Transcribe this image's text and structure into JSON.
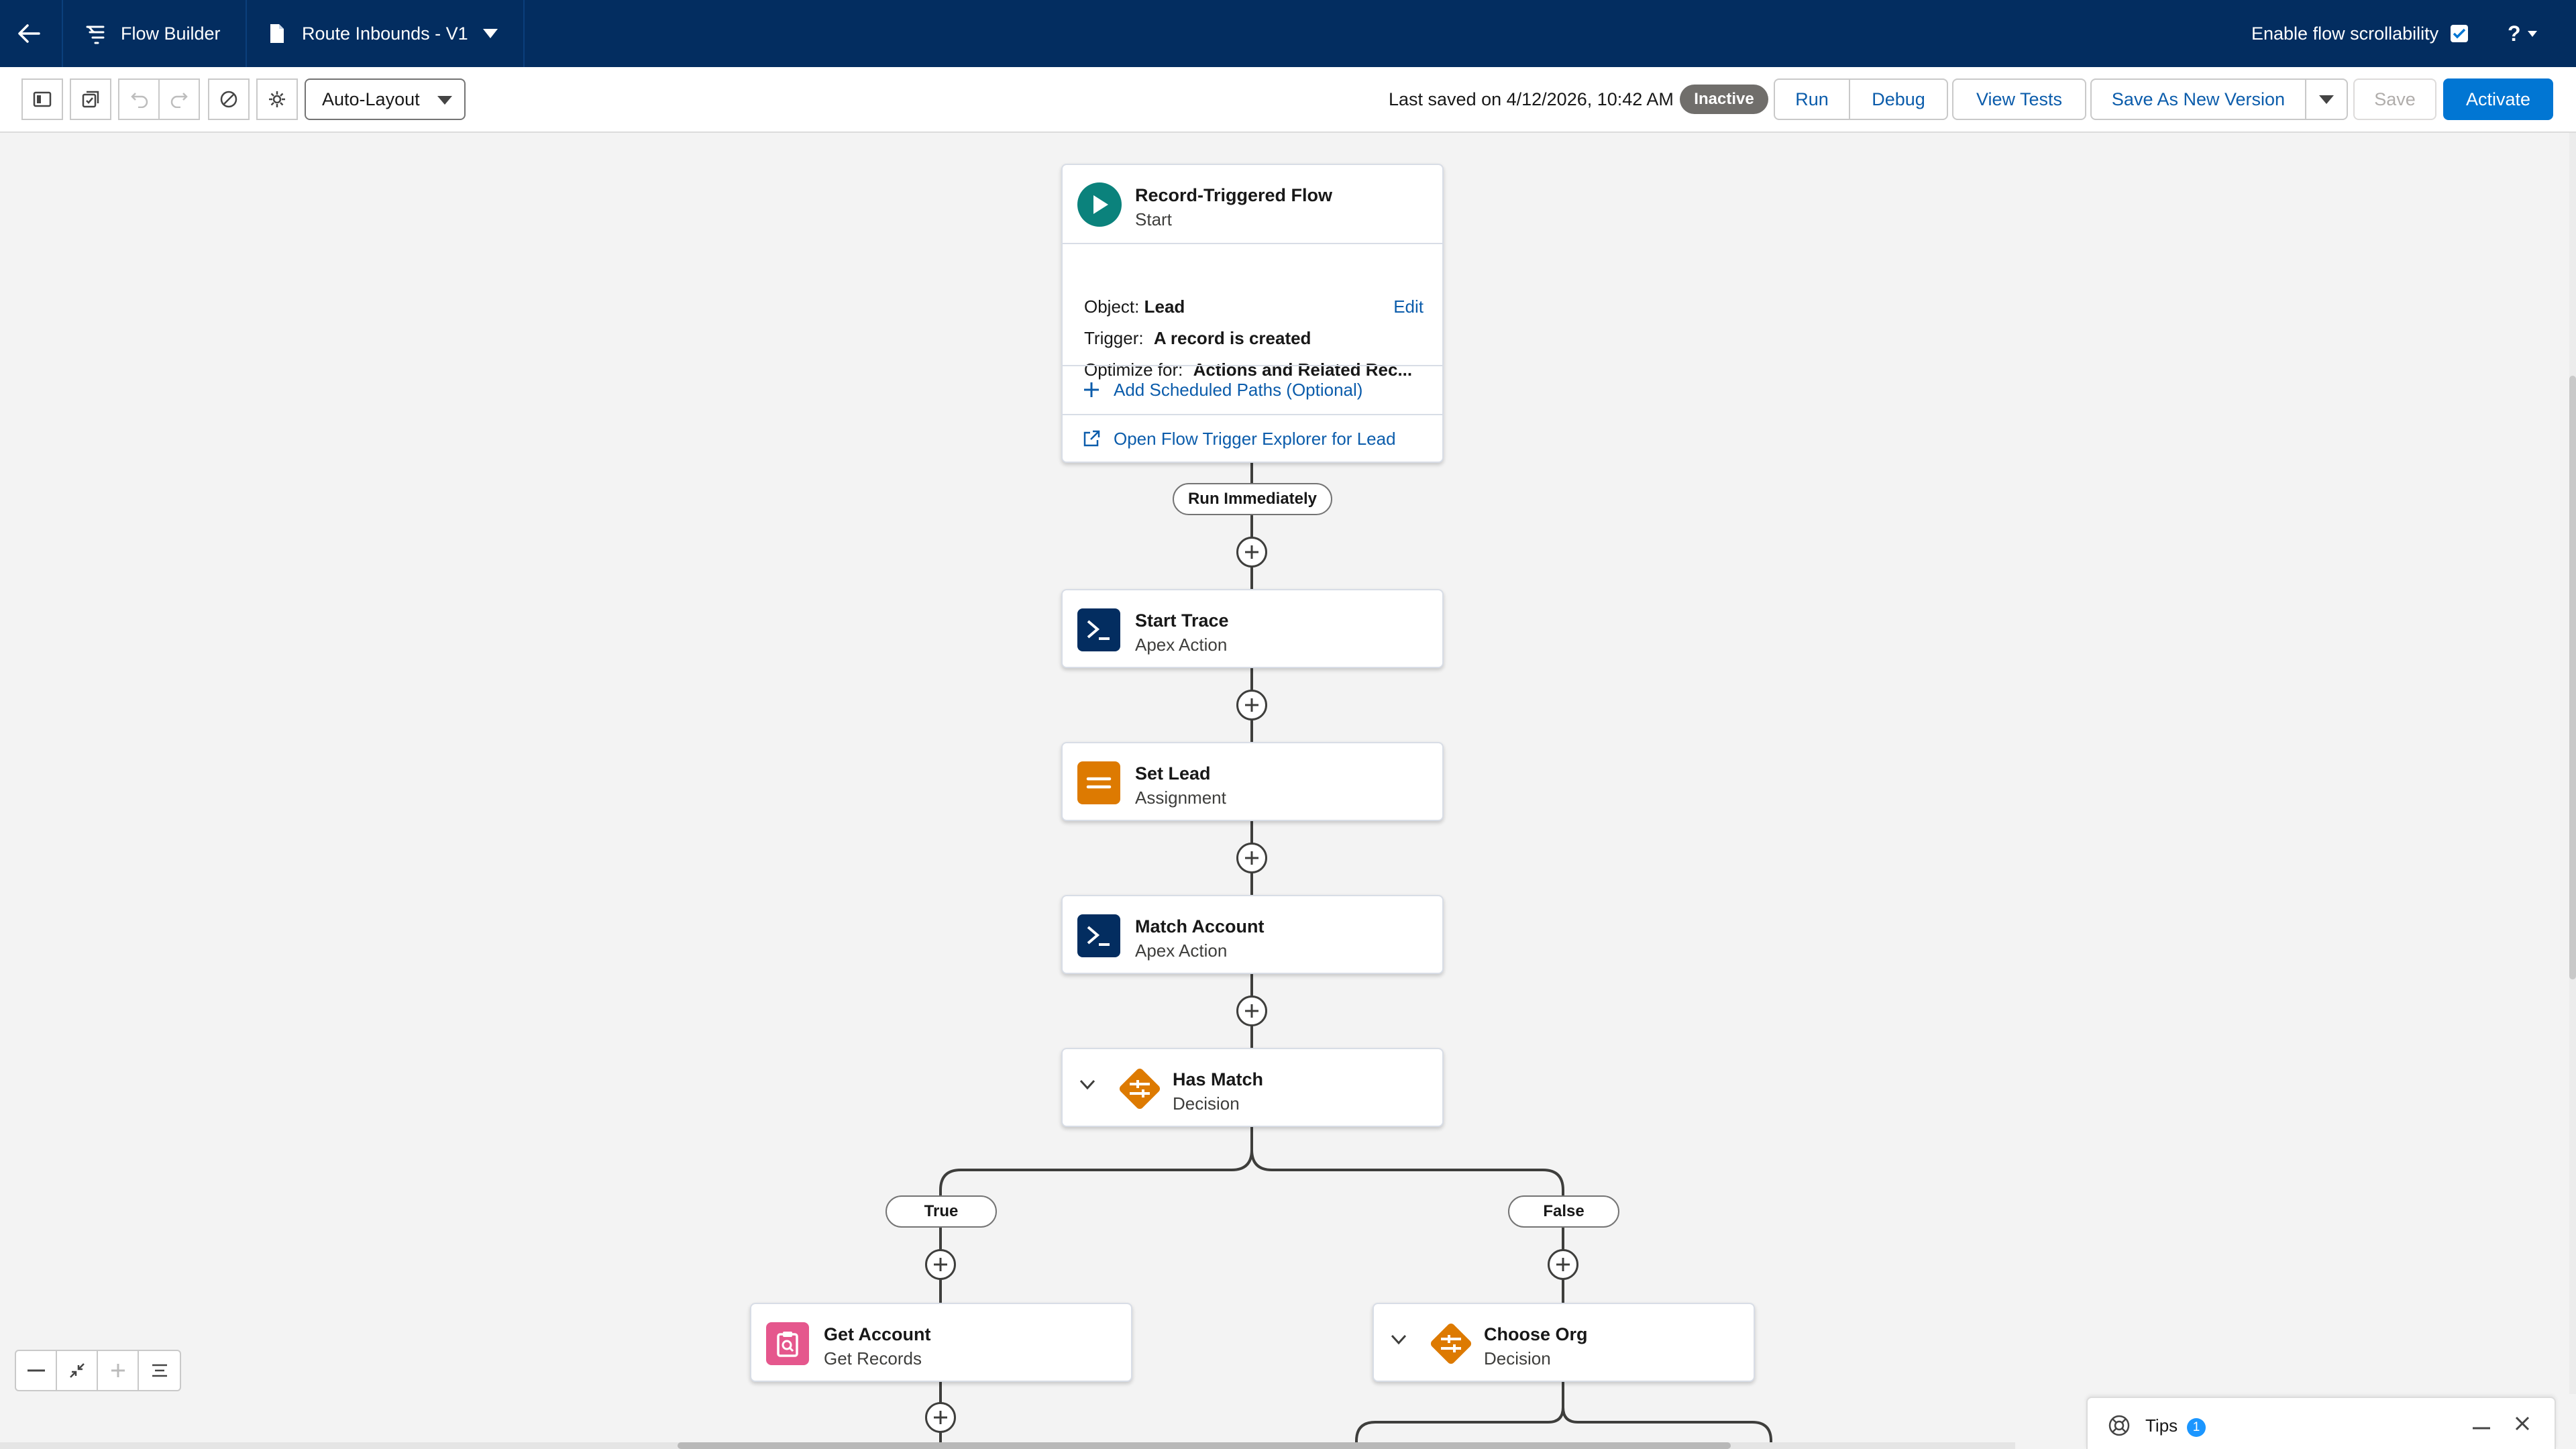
{
  "header": {
    "app_name": "Flow Builder",
    "flow_name": "Route Inbounds - V1",
    "scroll_toggle_label": "Enable flow scrollability",
    "scroll_toggle_checked": true,
    "help_label": "?"
  },
  "toolbar": {
    "layout_mode": "Auto-Layout",
    "last_saved": "Last saved on 4/12/2026, 10:42 AM",
    "status_badge": "Inactive",
    "run_label": "Run",
    "debug_label": "Debug",
    "view_tests_label": "View Tests",
    "save_as_new_label": "Save As New Version",
    "save_label": "Save",
    "activate_label": "Activate"
  },
  "start": {
    "title": "Record-Triggered Flow",
    "subtitle": "Start",
    "object_label": "Object:",
    "object_value": "Lead",
    "edit_label": "Edit",
    "trigger_label": "Trigger:",
    "trigger_value": "A record is created",
    "optimize_label": "Optimize for:",
    "optimize_value": "Actions and Related Rec...",
    "scheduled_paths_label": "Add Scheduled Paths (Optional)",
    "trigger_explorer_label": "Open Flow Trigger Explorer for Lead",
    "path_label": "Run Immediately"
  },
  "nodes": [
    {
      "title": "Start Trace",
      "subtitle": "Apex Action",
      "icon": "apex-action-icon"
    },
    {
      "title": "Set Lead",
      "subtitle": "Assignment",
      "icon": "assignment-icon"
    },
    {
      "title": "Match Account",
      "subtitle": "Apex Action",
      "icon": "apex-action-icon"
    },
    {
      "title": "Has Match",
      "subtitle": "Decision",
      "icon": "decision-icon"
    }
  ],
  "branches": {
    "true_label": "True",
    "false_label": "False",
    "true_node": {
      "title": "Get Account",
      "subtitle": "Get Records",
      "icon": "get-records-icon"
    },
    "false_node": {
      "title": "Choose Org",
      "subtitle": "Decision",
      "icon": "decision-icon"
    }
  },
  "tips": {
    "label": "Tips",
    "count": "1"
  },
  "colors": {
    "header_bg": "#032d60",
    "brand_blue": "#0176d3",
    "link_blue": "#0b5cab",
    "start_green": "#0b827c",
    "apex_navy": "#032d60",
    "assignment_orange": "#dd7a01",
    "decision_orange": "#dd7a01",
    "get_records_pink": "#e5578d",
    "inactive_gray": "#706e6b"
  }
}
